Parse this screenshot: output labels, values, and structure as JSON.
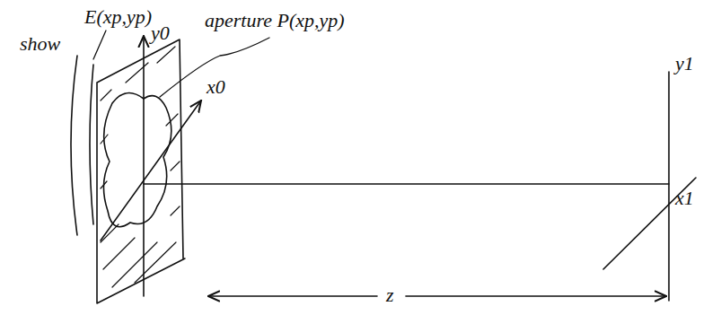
{
  "diagram": {
    "labels": [
      "show",
      "E(xp,yp)",
      "aperture P(xp,yp)",
      "y0",
      "x0",
      "y1",
      "x1",
      "z"
    ]
  }
}
